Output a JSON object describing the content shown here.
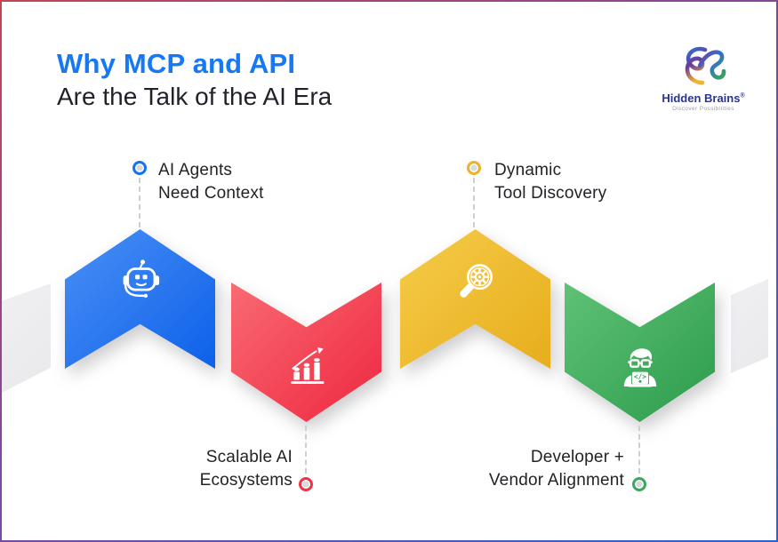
{
  "frame": {
    "background": "#ffffff",
    "border_gradient_from": "#bf4655",
    "border_gradient_mid": "#84479b",
    "border_gradient_to": "#2a63d4"
  },
  "header": {
    "title_line1": "Why MCP and API",
    "title_line2": "Are the Talk of the AI Era",
    "title_accent_color": "#1778f3",
    "title_text_color": "#1f2228"
  },
  "logo": {
    "brand": "Hidden Brains",
    "registered": "®",
    "tagline": "Discover Possibilities",
    "brand_color": "#2b3490"
  },
  "items": [
    {
      "id": "ai-agents-need-context",
      "line1": "AI Agents",
      "line2": "Need Context",
      "direction": "up",
      "label_position": "top-left",
      "icon": "robot-headset-icon",
      "color": "#1673f0",
      "gradient_from": "#4a90f5",
      "gradient_to": "#0d60e9"
    },
    {
      "id": "scalable-ai-ecosystems",
      "line1": "Scalable AI",
      "line2": "Ecosystems",
      "direction": "down",
      "label_position": "bottom-left",
      "icon": "growth-chart-icon",
      "color": "#ef3349",
      "gradient_from": "#f96a72",
      "gradient_to": "#ee2740"
    },
    {
      "id": "dynamic-tool-discovery",
      "line1": "Dynamic",
      "line2": "Tool Discovery",
      "direction": "up",
      "label_position": "top-right",
      "icon": "magnifier-gear-icon",
      "color": "#ecb32a",
      "gradient_from": "#f6cc49",
      "gradient_to": "#e7ad1c"
    },
    {
      "id": "developer-vendor-alignment",
      "line1": "Developer +",
      "line2": "Vendor Alignment",
      "direction": "down",
      "label_position": "bottom-right",
      "icon": "developer-icon",
      "color": "#3aa85c",
      "gradient_from": "#5fc276",
      "gradient_to": "#2c9b4b"
    }
  ],
  "decor": {
    "edge_shape_color": "#ededef",
    "connector_color": "#cdd0d3",
    "dot_center_color": "#d7d9db"
  }
}
